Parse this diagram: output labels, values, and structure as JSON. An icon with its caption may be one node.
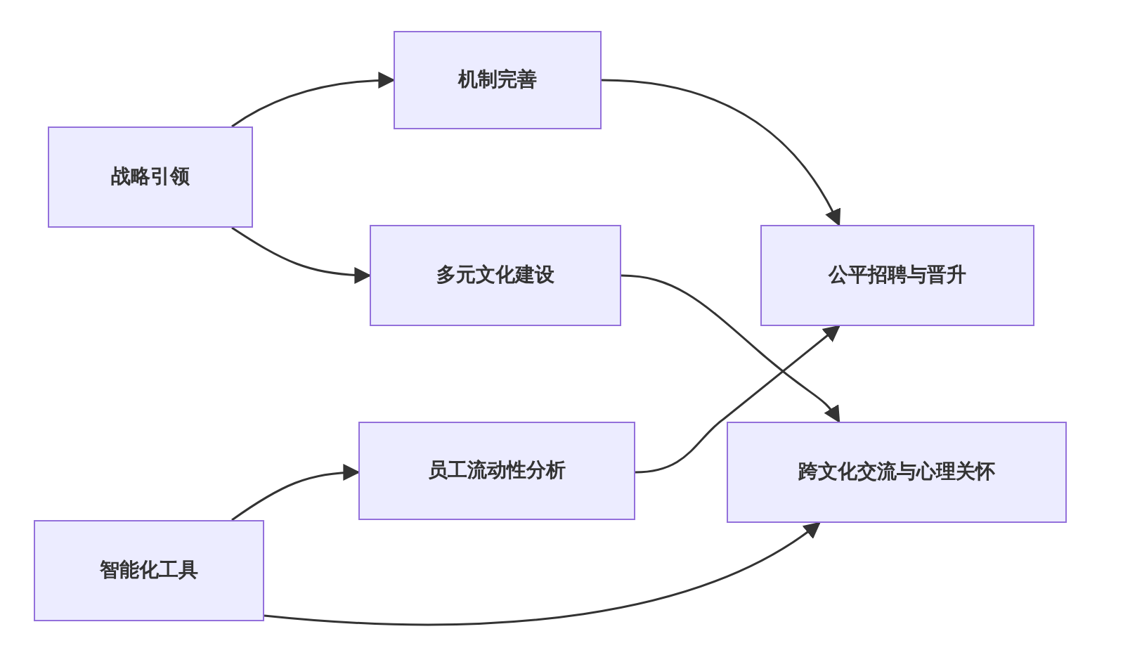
{
  "diagram": {
    "nodes": [
      {
        "text": [
          "战略引领"
        ]
      },
      {
        "text": [
          "机制完善"
        ]
      },
      {
        "text": [
          "多元文化建设"
        ]
      },
      {
        "text": [
          "公平招聘与晋升"
        ]
      },
      {
        "text": [
          "员工流动性分析"
        ]
      },
      {
        "text": [
          "跨文化交流与心理关怀"
        ]
      },
      {
        "text": [
          "智能化工具"
        ]
      }
    ],
    "edges": [
      {
        "from": 0,
        "to": 1,
        "arrow": "to"
      },
      {
        "from": 0,
        "to": 2,
        "arrow": "to"
      },
      {
        "from": 1,
        "to": 3,
        "arrow": "to"
      },
      {
        "from": 2,
        "to": 5,
        "arrow": "to"
      },
      {
        "from": 4,
        "to": 3,
        "arrow": "to"
      },
      {
        "from": 6,
        "to": 4,
        "arrow": "to"
      },
      {
        "from": 6,
        "to": 5,
        "arrow": "to"
      }
    ]
  }
}
